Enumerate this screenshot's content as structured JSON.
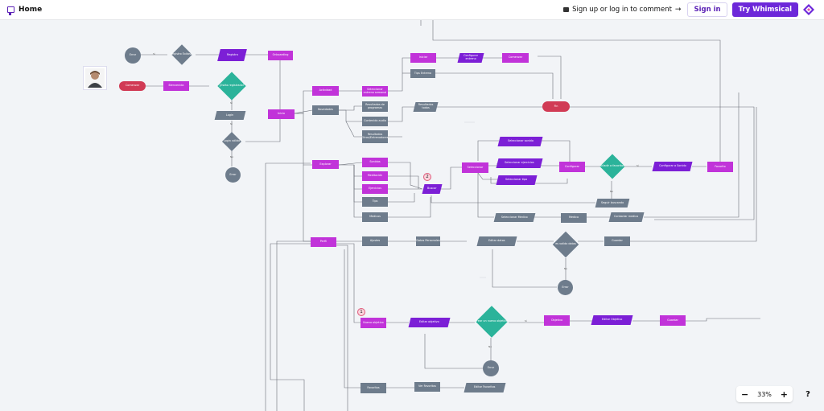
{
  "topbar": {
    "home_label": "Home",
    "comment_label": "Sign up or log in to comment",
    "signin_label": "Sign in",
    "try_label": "Try Whimsical"
  },
  "icons": {
    "home": "whiteboard-icon",
    "comment": "comment-icon",
    "arrow": "arrow-right-icon",
    "logo": "whimsical-logo-icon",
    "help": "help-icon"
  },
  "colors": {
    "brand": "#6d28d9",
    "process": "#c133d9",
    "data": "#7c1fd6",
    "grey": "#6e7c8c",
    "decision": "#2bb39a",
    "start": "#d13b55"
  },
  "zoom": {
    "minus": "−",
    "level": "33%",
    "plus": "+",
    "help": "?"
  },
  "markers": {
    "one": "1",
    "two": "2"
  },
  "edge_labels": {
    "si": "Sí",
    "no": "No"
  },
  "nodes": {
    "error1": "Error",
    "registro_exitoso": "Registro Exitoso",
    "registro": "Registro",
    "onboarding": "Onboarding",
    "comenzar": "Comenzar",
    "bienvenida": "Bienvenida",
    "estas_registrado": "¿Estás registrado?",
    "login": "Login",
    "login_valido": "Login válido",
    "error2": "Error",
    "inicio": "Inicio",
    "actividad": "Actividad",
    "novedades": "Novedades",
    "seleccionar_entreno": "Seleccionar entreno semanal",
    "iniciar": "Iniciar",
    "configurar_inicio": "Configurar entreno",
    "comenzar2": "Comenzar",
    "tips": "Tips Entreno",
    "fin": "Fin",
    "resultados_programas": "Resultados de programas",
    "contenido_audio": "Contenido audio",
    "resultados_otros": "Resultados Otros/Entrenadores",
    "resultados_todos": "Resultados todos",
    "explorar": "Explorar",
    "sonidos": "Sonidos",
    "meditacion": "Meditación",
    "ejercicios": "Ejercicios",
    "tips2": "Tips",
    "medicos": "Medicos",
    "buscar": "Buscar",
    "seleccionar_sonido": "Seleccionar sonido",
    "seleccionar_ejercicios": "Seleccionar ejercicios",
    "seleccionar_tipo": "Seleccionar tipo",
    "seleccionar": "Seleccionar",
    "configurar": "Configurar",
    "anadir_favoritos": "Añadir a favoritos",
    "configurar_sonido": "Configurar a Sonido",
    "favorito": "Favorito",
    "seguir_buscando": "Seguir buscando",
    "seleccionar_medico": "Seleccionar Medico",
    "medico": "Medico",
    "contactar_medico": "Contactar medico",
    "perfil": "Perfil",
    "ajustes": "Ajustes",
    "datos_personales": "Datos Personales",
    "editar_datos": "Editar datos",
    "es_valido": "es valido datos",
    "guardar": "Guardar",
    "error3": "Error",
    "nuevo_objetivo": "Nuevo objetivo",
    "editar_objetivo": "Editar objetivo",
    "crear_nuevo_objetivo": "Crear un nuevo objetivo",
    "objetivo": "Objetivo",
    "editar_objetivo2": "Editar Objetivo",
    "guardar2": "Guardar",
    "error4": "Error",
    "favoritos": "Favoritos",
    "ver_favoritos": "Ver Favoritos",
    "editar_favoritos": "Editar Favoritos"
  }
}
